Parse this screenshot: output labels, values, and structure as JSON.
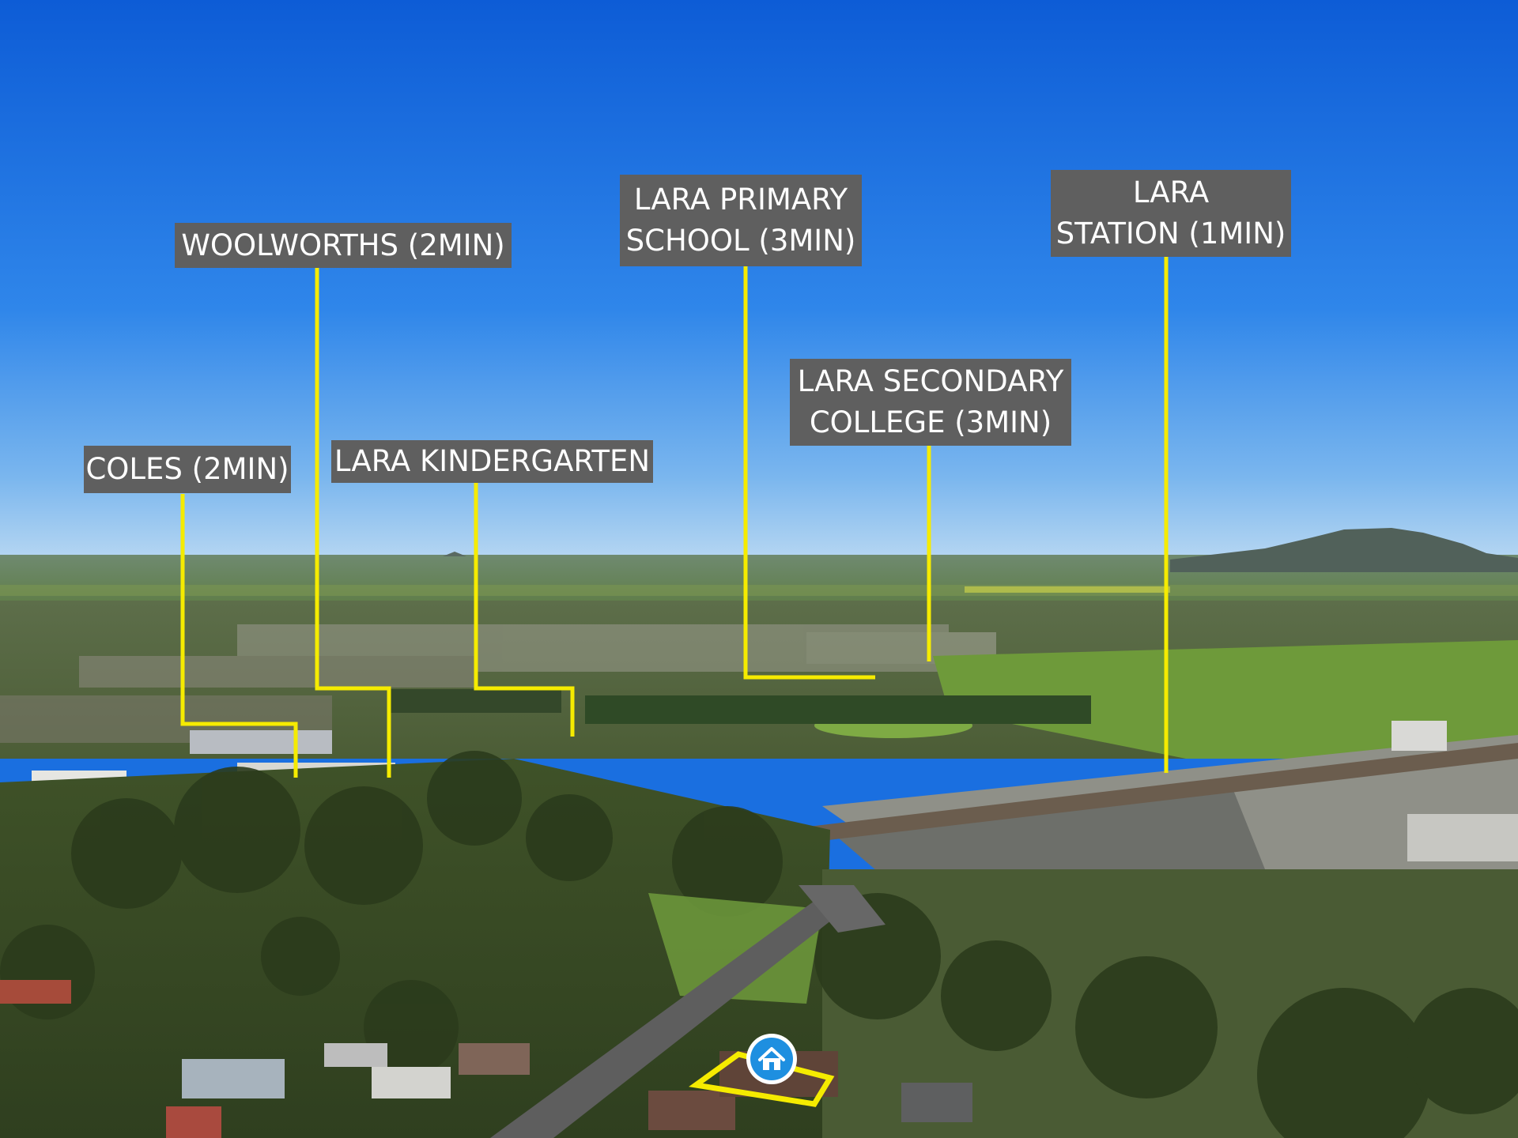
{
  "colors": {
    "sky_top": "#0f5fd8",
    "sky_horizon": "#9ec8f0",
    "label_bg": "#5f5f5f",
    "label_text": "#ffffff",
    "leader_line": "#f5eb00",
    "property_outline": "#f5eb00",
    "home_marker": "#1e8fe0"
  },
  "icons": {
    "home_marker": "house-pin-icon"
  },
  "labels": {
    "coles": {
      "lines": [
        "COLES (2MIN)"
      ]
    },
    "woolworths": {
      "lines": [
        "WOOLWORTHS (2MIN)"
      ]
    },
    "kindergarten": {
      "lines": [
        "LARA KINDERGARTEN"
      ]
    },
    "primary_school": {
      "lines": [
        "LARA PRIMARY",
        "SCHOOL (3MIN)"
      ]
    },
    "secondary_college": {
      "lines": [
        "LARA SECONDARY",
        "COLLEGE (3MIN)"
      ]
    },
    "station": {
      "lines": [
        "LARA",
        "STATION (1MIN)"
      ]
    }
  }
}
